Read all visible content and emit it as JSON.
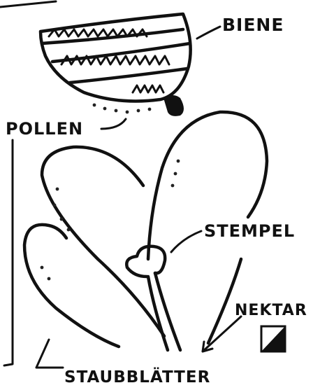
{
  "labels": {
    "bee": "BIENE",
    "pollen": "POLLEN",
    "pistil": "STEMPEL",
    "nectar": "NEKTAR",
    "stamens": "STAUBBLÄTTER"
  }
}
